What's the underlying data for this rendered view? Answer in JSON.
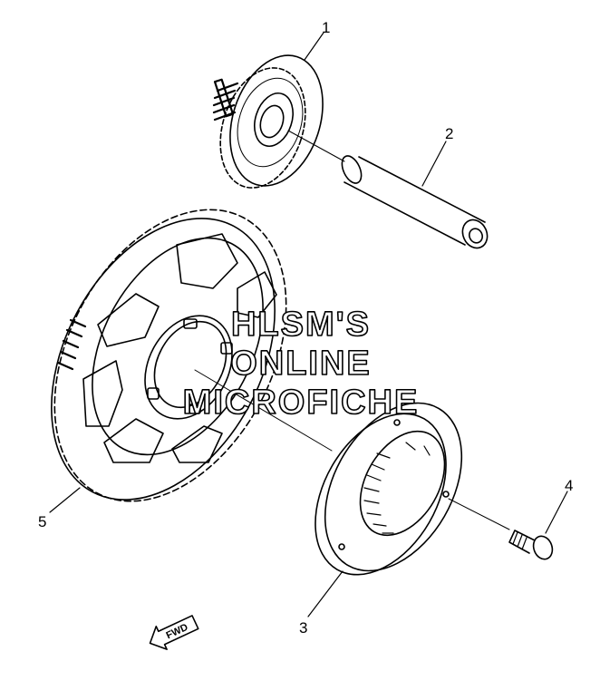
{
  "callouts": [
    "1",
    "2",
    "3",
    "4",
    "5"
  ],
  "watermark": {
    "line1": "HLSM'S",
    "line2": "ONLINE",
    "line3": "MICROFICHE"
  },
  "direction_arrow": {
    "label": "FWD"
  },
  "colors": {
    "ink": "#000000",
    "background": "#ffffff"
  }
}
